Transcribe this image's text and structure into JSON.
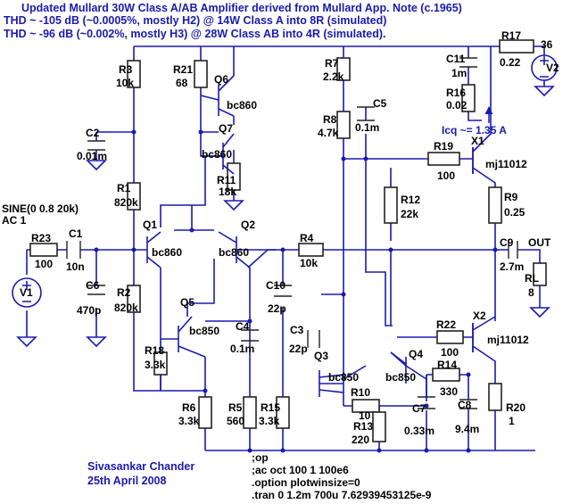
{
  "header": {
    "line1": "Updated Mullard 30W Class A/AB Amplifier derived from Mullard App. Note (c.1965)",
    "line2": "THD ~ -105 dB (~0.0005%, mostly H2) @ 14W Class A into 8R (simulated)",
    "line3": "THD ~ -96 dB (~0.002%, mostly H3) @ 28W Class AB into 4R (simulated)."
  },
  "signature": {
    "author": "Sivasankar Chander",
    "date": "25th April 2008"
  },
  "directives": [
    ";op",
    ";ac oct 100 1 100e6",
    ".option plotwinsize=0",
    ".tran 0 1.2m 700u  7.62939453125e-9"
  ],
  "annotations": {
    "icq": "Icq ~= 1.35 A",
    "out": "OUT",
    "source_sine": "SINE(0 0.8 20k)",
    "source_ac": "AC 1"
  },
  "components": [
    {
      "ref": "R3",
      "value": "10k"
    },
    {
      "ref": "R21",
      "value": "68"
    },
    {
      "ref": "Q6",
      "value": "bc860"
    },
    {
      "ref": "Q7",
      "value": "bc860"
    },
    {
      "ref": "R11",
      "value": "18k"
    },
    {
      "ref": "R7",
      "value": "2.2k"
    },
    {
      "ref": "C5",
      "value": "0.1m"
    },
    {
      "ref": "R8",
      "value": "4.7k"
    },
    {
      "ref": "C11",
      "value": "1m"
    },
    {
      "ref": "R16",
      "value": "0.02"
    },
    {
      "ref": "R17",
      "value": "0.22"
    },
    {
      "ref": "V2",
      "value": "36"
    },
    {
      "ref": "C2",
      "value": "0.01m"
    },
    {
      "ref": "R1",
      "value": "820k"
    },
    {
      "ref": "R19",
      "value": "100"
    },
    {
      "ref": "X1",
      "value": "mj11012"
    },
    {
      "ref": "R9",
      "value": "0.25"
    },
    {
      "ref": "R12",
      "value": "22k"
    },
    {
      "ref": "Q1",
      "value": "bc860"
    },
    {
      "ref": "Q2",
      "value": "bc860"
    },
    {
      "ref": "R23",
      "value": "100"
    },
    {
      "ref": "C1",
      "value": "10n"
    },
    {
      "ref": "R4",
      "value": "10k"
    },
    {
      "ref": "C9",
      "value": "2.7m"
    },
    {
      "ref": "RL",
      "value": "8"
    },
    {
      "ref": "V1",
      "value": ""
    },
    {
      "ref": "C6",
      "value": "470p"
    },
    {
      "ref": "R2",
      "value": "820k"
    },
    {
      "ref": "C10",
      "value": "22p"
    },
    {
      "ref": "Q5",
      "value": "bc850"
    },
    {
      "ref": "C4",
      "value": "0.1m"
    },
    {
      "ref": "C3",
      "value": "22p"
    },
    {
      "ref": "R22",
      "value": "100"
    },
    {
      "ref": "X2",
      "value": "mj11012"
    },
    {
      "ref": "R18",
      "value": "3.3k"
    },
    {
      "ref": "Q3",
      "value": "bc850"
    },
    {
      "ref": "Q4",
      "value": "bc850"
    },
    {
      "ref": "R14",
      "value": "330"
    },
    {
      "ref": "R10",
      "value": "10"
    },
    {
      "ref": "C7",
      "value": "0.33m"
    },
    {
      "ref": "C8",
      "value": "9.4m"
    },
    {
      "ref": "R20",
      "value": "1"
    },
    {
      "ref": "R6",
      "value": "3.3k"
    },
    {
      "ref": "R5",
      "value": "560"
    },
    {
      "ref": "R15",
      "value": "3.3k"
    },
    {
      "ref": "R13",
      "value": "220"
    }
  ]
}
